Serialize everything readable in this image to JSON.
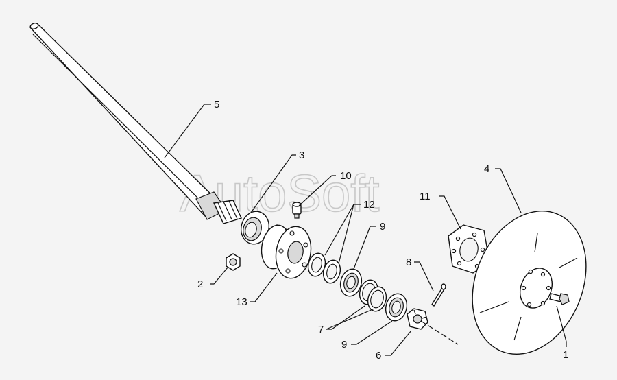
{
  "watermark": "AutoSoft",
  "callouts": {
    "c1": "1",
    "c2": "2",
    "c3": "3",
    "c4": "4",
    "c5": "5",
    "c6": "6",
    "c7": "7",
    "c8": "8",
    "c9a": "9",
    "c9b": "9",
    "c10": "10",
    "c11": "11",
    "c12": "12",
    "c13": "13"
  }
}
